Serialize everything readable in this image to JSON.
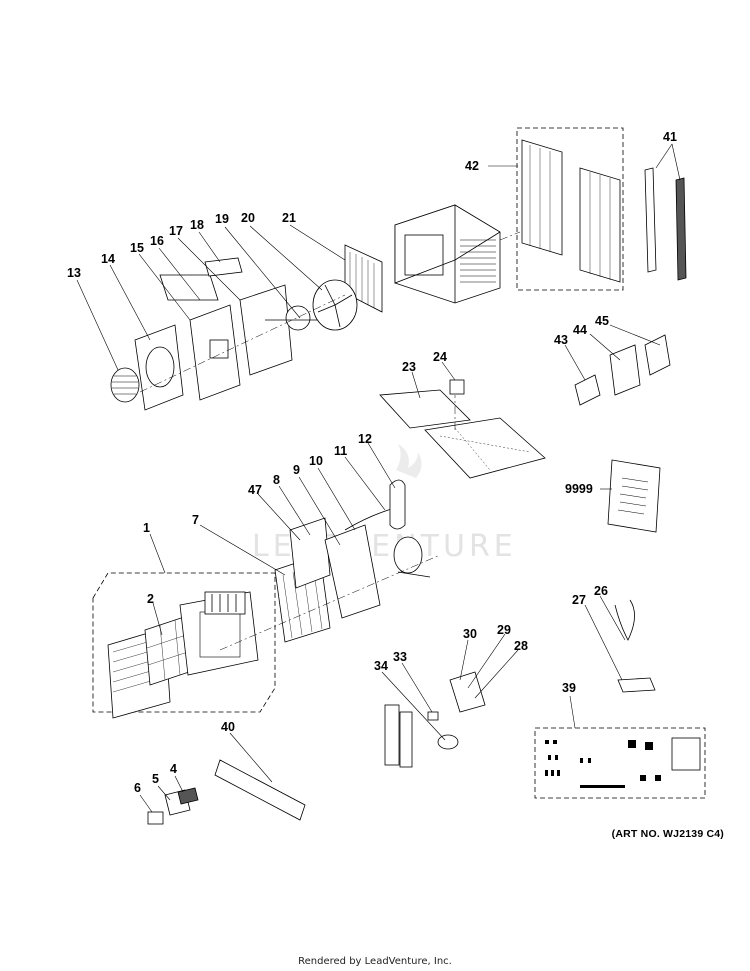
{
  "watermark": "LEADVENTURE",
  "art_number": "(ART NO. WJ2139 C4)",
  "footer": "Rendered by LeadVenture, Inc.",
  "callouts": {
    "c1": "1",
    "c2": "2",
    "c4": "4",
    "c5": "5",
    "c6": "6",
    "c7": "7",
    "c8": "8",
    "c9": "9",
    "c10": "10",
    "c11": "11",
    "c12": "12",
    "c13": "13",
    "c14": "14",
    "c15": "15",
    "c16": "16",
    "c17": "17",
    "c18": "18",
    "c19": "19",
    "c20": "20",
    "c21": "21",
    "c23": "23",
    "c24": "24",
    "c26": "26",
    "c27": "27",
    "c28": "28",
    "c29": "29",
    "c30": "30",
    "c33": "33",
    "c34": "34",
    "c39": "39",
    "c40": "40",
    "c41": "41",
    "c42": "42",
    "c43": "43",
    "c44": "44",
    "c45": "45",
    "c47": "47",
    "c9999": "9999"
  }
}
